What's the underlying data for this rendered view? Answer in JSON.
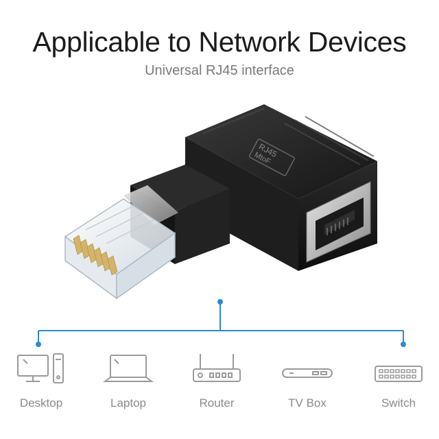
{
  "header": {
    "title": "Applicable to Network Devices",
    "subtitle": "Universal RJ45 interface"
  },
  "product": {
    "label_top": "RJ45",
    "label_bottom": "MtoF"
  },
  "devices": [
    {
      "label": "Desktop",
      "icon": "desktop-icon"
    },
    {
      "label": "Laptop",
      "icon": "laptop-icon"
    },
    {
      "label": "Router",
      "icon": "router-icon"
    },
    {
      "label": "TV Box",
      "icon": "tv-box-icon"
    },
    {
      "label": "Switch",
      "icon": "switch-icon"
    }
  ],
  "colors": {
    "accent": "#2a8ad6",
    "icon_gray": "#9a9a9a",
    "title": "#1c1c1c",
    "subtitle": "#7a7a7a"
  }
}
